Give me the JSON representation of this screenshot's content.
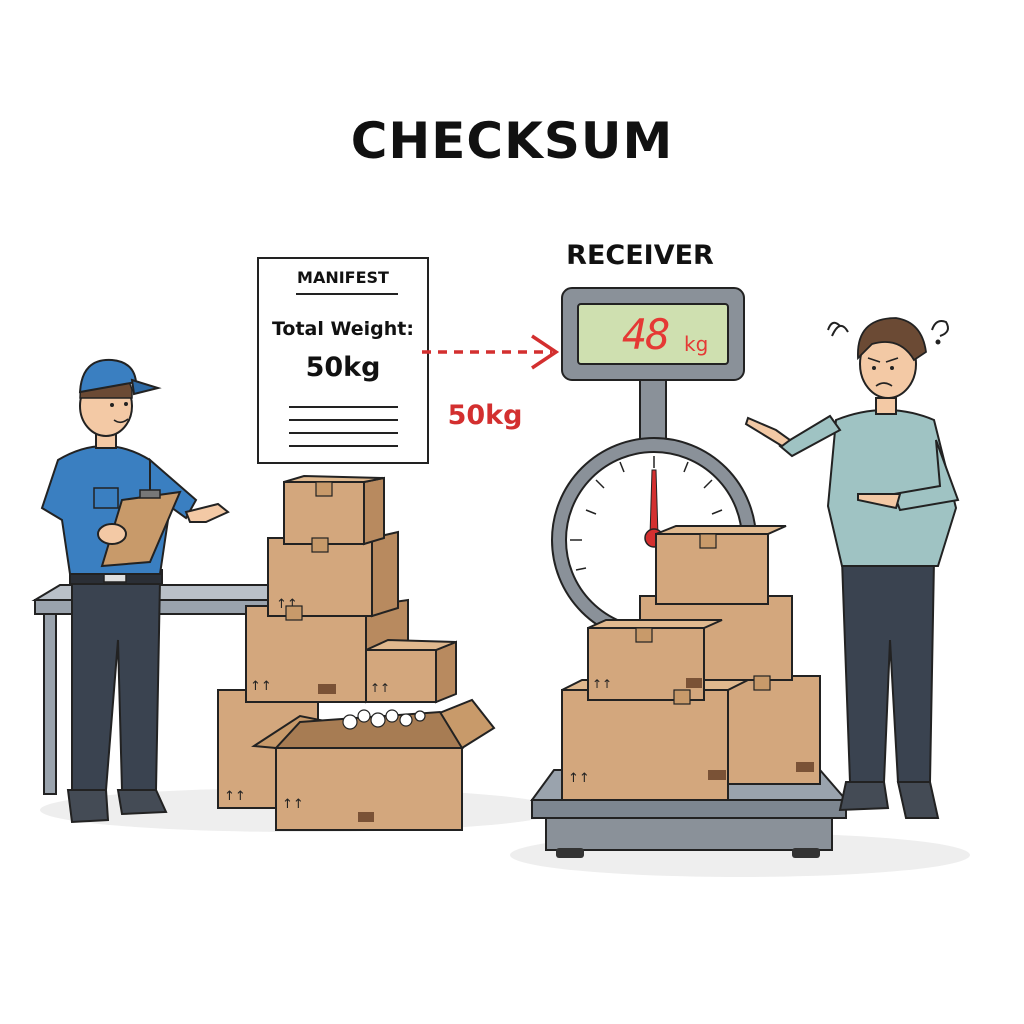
{
  "title": "CHECKSUM",
  "manifest": {
    "heading": "MANIFEST",
    "label": "Total Weight:",
    "value": "50kg"
  },
  "sent_weight_label": "50kg",
  "receiver": {
    "heading": "RECEIVER",
    "scale_reading": "48",
    "scale_unit": "kg",
    "confusion_marks": "?"
  },
  "colors": {
    "accent_red": "#d32f2f",
    "box": "#d3a77d",
    "box_dark": "#b88a5f",
    "shirt_blue": "#3a7fc1",
    "sweater": "#9fc3c3",
    "pants": "#3a4350",
    "scale_gray": "#8a9199",
    "lcd": "#cfe0b0"
  },
  "icons": [
    "clipboard-icon",
    "this-side-up-icon",
    "dashed-arrow-icon",
    "confusion-icon"
  ]
}
